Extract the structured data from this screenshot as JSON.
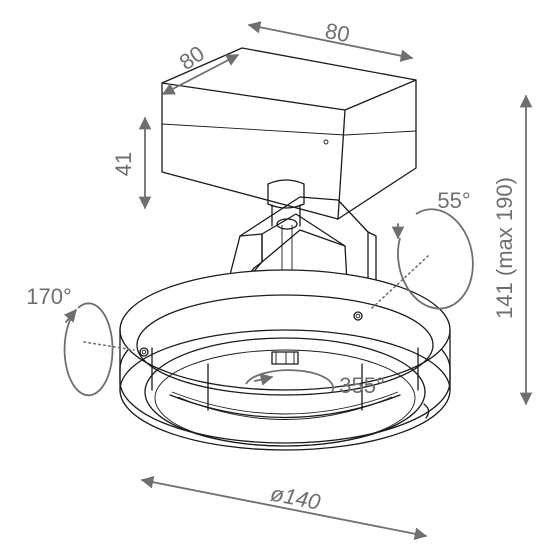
{
  "dimensions": {
    "box_depth": "80",
    "box_width": "80",
    "box_height": "41",
    "total_height": "141 (max 190)",
    "ring_diameter": "ø140"
  },
  "rotations": {
    "tilt": "55°",
    "ring_rotation": "170°",
    "lamp_rotation": "355°"
  },
  "colors": {
    "line": "#1a1a1a",
    "dimension": "#6f6f6f",
    "background": "#ffffff"
  }
}
